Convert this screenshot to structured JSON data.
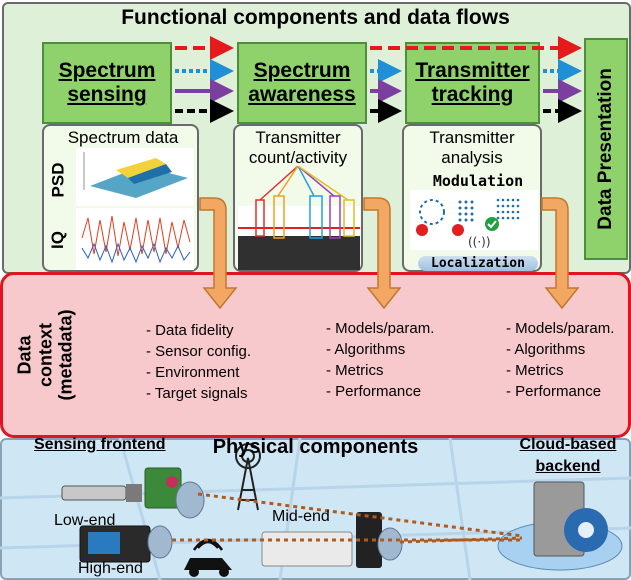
{
  "title": "Functional components and data flows",
  "stages": {
    "sensing": "Spectrum sensing",
    "awareness": "Spectrum awareness",
    "tracking": "Transmitter tracking",
    "presentation": "Data Presentation"
  },
  "subpanels": {
    "sensing_title": "Spectrum data",
    "psd_label": "PSD",
    "iq_label": "IQ",
    "awareness_title": "Transmitter count/activity",
    "tracking_title": "Transmitter analysis",
    "modulation_label": "Modulation",
    "localization_label": "Localization"
  },
  "context": {
    "label": "Data context (metadata)",
    "sensing_items": [
      "- Data fidelity",
      "- Sensor config.",
      "- Environment",
      "- Target signals"
    ],
    "awareness_items": [
      "- Models/param.",
      "- Algorithms",
      "- Metrics",
      "- Performance"
    ],
    "tracking_items": [
      "- Models/param.",
      "- Algorithms",
      "- Metrics",
      "- Performance"
    ]
  },
  "physical": {
    "title": "Physical components",
    "frontend": "Sensing frontend",
    "backend": "Cloud-based backend",
    "low_end": "Low-end",
    "mid_end": "Mid-end",
    "high_end": "High-end"
  },
  "colors": {
    "flow_red": "#e41a1c",
    "flow_blue": "#1f8fd6",
    "flow_purple": "#7b3fa0",
    "flow_black": "#000000",
    "context_border": "#e0151f",
    "stage_fill": "#8fd16a"
  }
}
